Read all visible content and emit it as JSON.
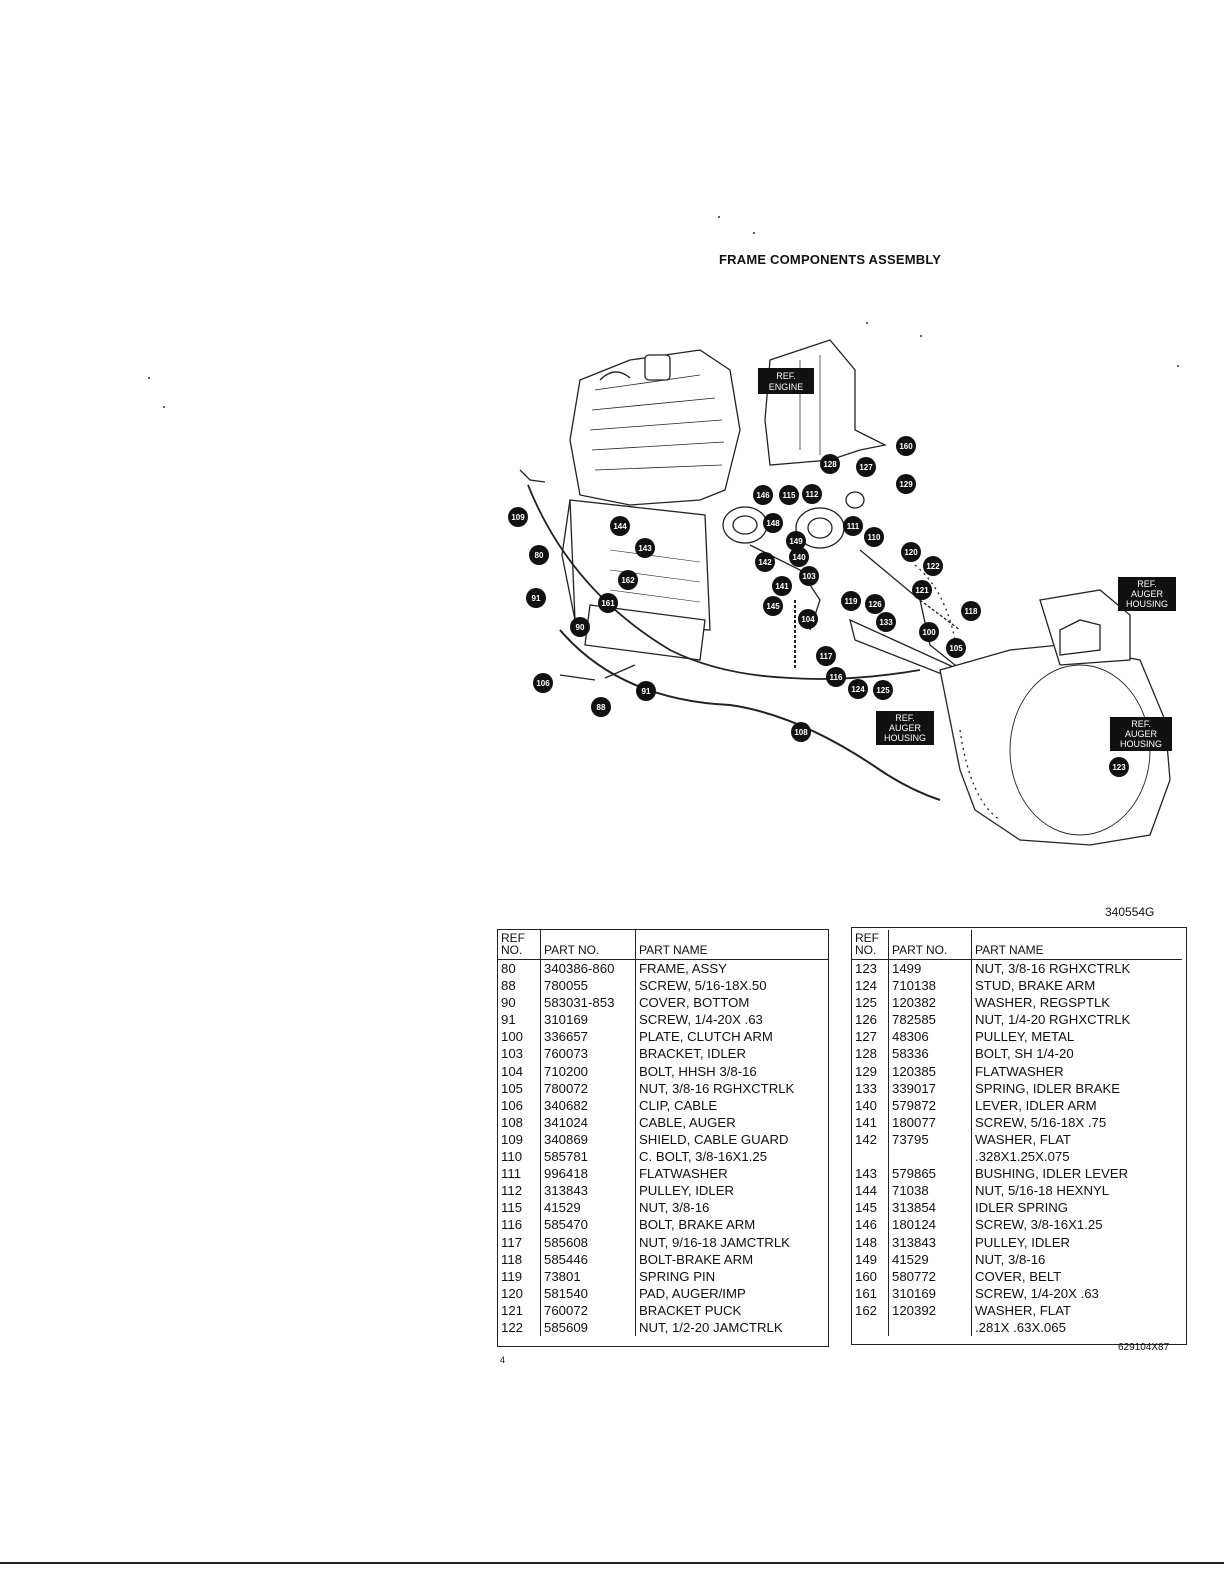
{
  "title": "FRAME COMPONENTS ASSEMBLY",
  "doc_number": "340554G",
  "footer_code": "629104X87",
  "page_number": "4",
  "diagram": {
    "ref_labels": {
      "engine": [
        "REF.",
        "ENGINE"
      ],
      "auger_housing_top": [
        "REF.",
        "AUGER",
        "HOUSING"
      ],
      "auger_housing_mid": [
        "REF.",
        "AUGER",
        "HOUSING"
      ],
      "auger_housing_right": [
        "REF.",
        "AUGER",
        "HOUSING"
      ]
    },
    "callouts": [
      "109",
      "80",
      "91",
      "90",
      "106",
      "88",
      "91",
      "162",
      "161",
      "143",
      "144",
      "146",
      "115",
      "112",
      "128",
      "127",
      "160",
      "129",
      "148",
      "149",
      "111",
      "110",
      "141",
      "142",
      "140",
      "103",
      "145",
      "104",
      "117",
      "119",
      "126",
      "120",
      "122",
      "121",
      "118",
      "133",
      "100",
      "105",
      "116",
      "124",
      "125",
      "108",
      "123"
    ]
  },
  "left_table": {
    "headers": [
      "REF NO.",
      "PART NO.",
      "PART NAME"
    ],
    "rows": [
      {
        "ref": "80",
        "part": "340386-860",
        "name": "FRAME, ASSY"
      },
      {
        "ref": "88",
        "part": "780055",
        "name": "SCREW, 5/16-18X.50"
      },
      {
        "ref": "90",
        "part": "583031-853",
        "name": "COVER, BOTTOM"
      },
      {
        "ref": "91",
        "part": "310169",
        "name": "SCREW, 1/4-20X .63"
      },
      {
        "ref": "100",
        "part": "336657",
        "name": "PLATE, CLUTCH ARM"
      },
      {
        "ref": "103",
        "part": "760073",
        "name": "BRACKET, IDLER"
      },
      {
        "ref": "104",
        "part": "710200",
        "name": "BOLT, HHSH 3/8-16"
      },
      {
        "ref": "105",
        "part": "780072",
        "name": "NUT, 3/8-16 RGHXCTRLK"
      },
      {
        "ref": "106",
        "part": "340682",
        "name": "CLIP, CABLE"
      },
      {
        "ref": "108",
        "part": "341024",
        "name": "CABLE, AUGER"
      },
      {
        "ref": "109",
        "part": "340869",
        "name": "SHIELD, CABLE GUARD"
      },
      {
        "ref": "110",
        "part": "585781",
        "name": "C. BOLT, 3/8-16X1.25"
      },
      {
        "ref": "111",
        "part": "996418",
        "name": "FLATWASHER"
      },
      {
        "ref": "112",
        "part": "313843",
        "name": "PULLEY, IDLER"
      },
      {
        "ref": "115",
        "part": "41529",
        "name": "NUT, 3/8-16"
      },
      {
        "ref": "116",
        "part": "585470",
        "name": "BOLT, BRAKE ARM"
      },
      {
        "ref": "117",
        "part": "585608",
        "name": "NUT, 9/16-18 JAMCTRLK"
      },
      {
        "ref": "118",
        "part": "585446",
        "name": "BOLT-BRAKE ARM"
      },
      {
        "ref": "119",
        "part": "73801",
        "name": "SPRING PIN"
      },
      {
        "ref": "120",
        "part": "581540",
        "name": "PAD, AUGER/IMP"
      },
      {
        "ref": "121",
        "part": "760072",
        "name": "BRACKET PUCK"
      },
      {
        "ref": "122",
        "part": "585609",
        "name": "NUT, 1/2-20 JAMCTRLK"
      }
    ]
  },
  "right_table": {
    "headers": [
      "REF NO.",
      "PART NO.",
      "PART NAME"
    ],
    "rows": [
      {
        "ref": "123",
        "part": "1499",
        "name": "NUT, 3/8-16 RGHXCTRLK"
      },
      {
        "ref": "124",
        "part": "710138",
        "name": "STUD, BRAKE ARM"
      },
      {
        "ref": "125",
        "part": "120382",
        "name": "WASHER, REGSPTLK"
      },
      {
        "ref": "126",
        "part": "782585",
        "name": "NUT, 1/4-20 RGHXCTRLK"
      },
      {
        "ref": "127",
        "part": "48306",
        "name": "PULLEY, METAL"
      },
      {
        "ref": "128",
        "part": "58336",
        "name": "BOLT, SH 1/4-20"
      },
      {
        "ref": "129",
        "part": "120385",
        "name": "FLATWASHER"
      },
      {
        "ref": "133",
        "part": "339017",
        "name": "SPRING, IDLER BRAKE"
      },
      {
        "ref": "140",
        "part": "579872",
        "name": "LEVER, IDLER ARM"
      },
      {
        "ref": "141",
        "part": "180077",
        "name": "SCREW, 5/16-18X .75"
      },
      {
        "ref": "142",
        "part": "73795",
        "name": "WASHER, FLAT",
        "name2": ".328X1.25X.075"
      },
      {
        "ref": "143",
        "part": "579865",
        "name": "BUSHING, IDLER LEVER"
      },
      {
        "ref": "144",
        "part": "71038",
        "name": "NUT, 5/16-18 HEXNYL"
      },
      {
        "ref": "145",
        "part": "313854",
        "name": "IDLER SPRING"
      },
      {
        "ref": "146",
        "part": "180124",
        "name": "SCREW, 3/8-16X1.25"
      },
      {
        "ref": "148",
        "part": "313843",
        "name": "PULLEY, IDLER"
      },
      {
        "ref": "149",
        "part": "41529",
        "name": "NUT, 3/8-16"
      },
      {
        "ref": "160",
        "part": "580772",
        "name": "COVER, BELT"
      },
      {
        "ref": "161",
        "part": "310169",
        "name": "SCREW, 1/4-20X .63"
      },
      {
        "ref": "162",
        "part": "120392",
        "name": "WASHER, FLAT",
        "name2": ".281X .63X.065"
      }
    ]
  }
}
